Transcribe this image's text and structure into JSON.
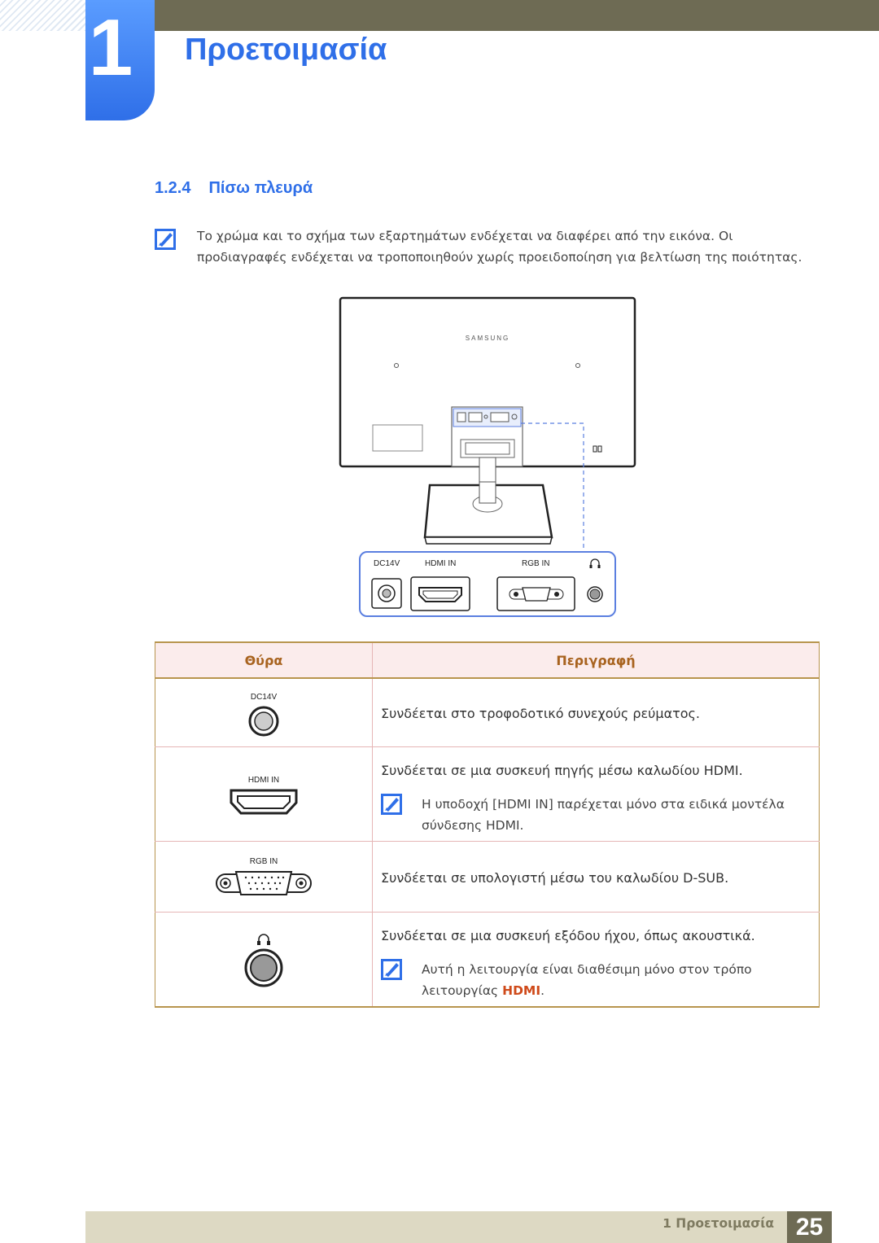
{
  "chapter": {
    "number": "1",
    "title": "Προετοιμασία"
  },
  "section": {
    "number": "1.2.4",
    "title": "Πίσω πλευρά"
  },
  "note_top": "Το χρώμα και το σχήμα των εξαρτημάτων ενδέχεται να διαφέρει από την εικόνα. Οι προδιαγραφές ενδέχεται να τροποποιηθούν χωρίς προειδοποίηση για βελτίωση της ποιότητας.",
  "figure": {
    "brand": "SAMSUNG",
    "port_labels": {
      "dc": "DC14V",
      "hdmi": "HDMI IN",
      "rgb": "RGB IN"
    }
  },
  "table": {
    "header_port": "Θύρα",
    "header_description": "Περιγραφή",
    "rows": [
      {
        "port_label": "DC14V",
        "description": "Συνδέεται στο τροφοδοτικό συνεχούς ρεύματος."
      },
      {
        "port_label": "HDMI IN",
        "description": "Συνδέεται σε μια συσκευή πηγής μέσω καλωδίου HDMI.",
        "note": "Η υποδοχή [HDMI IN] παρέχεται μόνο στα ειδικά μοντέλα σύνδεσης HDMI."
      },
      {
        "port_label": "RGB IN",
        "description": "Συνδέεται σε υπολογιστή μέσω του καλωδίου D-SUB."
      },
      {
        "port_label": "",
        "description": "Συνδέεται σε μια συσκευή εξόδου ήχου, όπως ακουστικά.",
        "note": "Αυτή η λειτουργία είναι διαθέσιμη μόνο στον τρόπο λειτουργίας",
        "note_highlight": "HDMI",
        "note_end": "."
      }
    ]
  },
  "footer": {
    "chapter_label": "1 Προετοιμασία",
    "page": "25"
  },
  "colors": {
    "accent_blue": "#2f6fe8",
    "header_bar": "#6e6b54",
    "footer_bar": "#ddd9c3",
    "table_header_text": "#a8631f",
    "hdmi_highlight": "#cf4a1a"
  }
}
